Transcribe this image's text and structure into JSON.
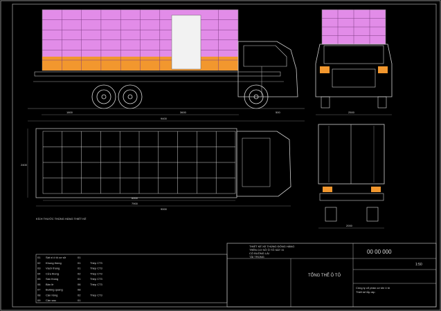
{
  "drawing": {
    "side_dims": [
      "1800",
      "3600",
      "500",
      "9400"
    ],
    "plan_dims": [
      "6000",
      "7900",
      "9000"
    ],
    "width_dim": "2400",
    "plan_note": "KÍCH THƯỚC THÙNG HÀNG THIẾT KẾ",
    "rear_dim": "2000",
    "front_dim": "2500"
  },
  "title_block": {
    "drawing_no": "00 00 000",
    "scale": "1:50",
    "drawing_name": "TỔNG THỂ Ô TÔ",
    "company": "Công ty cổ phần cơ khí ô tô",
    "company_sub": "Thiết kế lắp ráp",
    "header_lines": [
      "THIẾT KẾ XE THÙNG ĐÓNG HÀNG",
      "TRÊN CƠ SỞ Ô TÔ SÁT XI",
      "CÓ BUỒNG LÁI",
      "TẢI TRỌNG"
    ]
  },
  "parts_list": {
    "rows": [
      [
        "01",
        "Sát xi ô tô cơ sở",
        "01",
        "",
        ""
      ],
      [
        "02",
        "Khung thùng",
        "01",
        "Thép CT3",
        ""
      ],
      [
        "03",
        "Vách thùng",
        "01",
        "Thép CT3",
        ""
      ],
      [
        "04",
        "Cửa thùng",
        "02",
        "Thép CT3",
        ""
      ],
      [
        "05",
        "Sàn thùng",
        "01",
        "Thép CT3",
        ""
      ],
      [
        "06",
        "Bản lề",
        "06",
        "Thép CT3",
        ""
      ],
      [
        "07",
        "Bulông quang",
        "08",
        "",
        ""
      ],
      [
        "08",
        "Cản hông",
        "02",
        "Thép CT3",
        ""
      ],
      [
        "09",
        "Cản sau",
        "01",
        "",
        ""
      ]
    ]
  }
}
